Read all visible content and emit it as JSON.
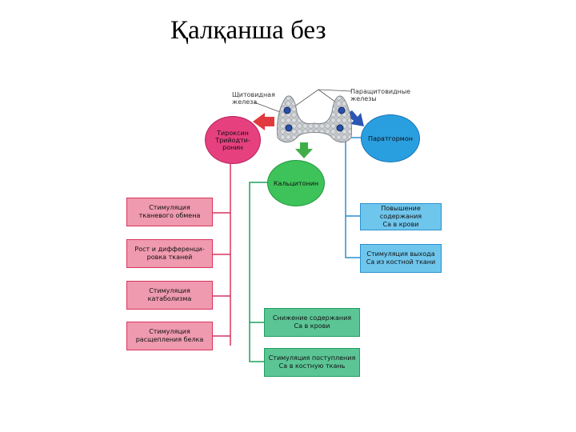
{
  "title": "Қалқанша без",
  "gland_labels": {
    "thyroid": [
      "Щитовидная",
      "железа"
    ],
    "parathyroid": [
      "Паращитовидные",
      "железы"
    ]
  },
  "hormones": {
    "thyroxine": [
      "Тироксин",
      "Трийодти-",
      "ронин"
    ],
    "calcitonin": "Кальцитонин",
    "parathormone": "Паратгормон"
  },
  "pink_effects": [
    [
      "Стимуляция",
      "тканевого обмена"
    ],
    [
      "Рост и дифференци-",
      "ровка тканей"
    ],
    [
      "Стимуляция",
      "катаболизма"
    ],
    [
      "Стимуляция",
      "расщепления белка"
    ]
  ],
  "blue_effects": [
    [
      "Повышение содержания",
      "Са в крови"
    ],
    [
      "Стимуляция выхода",
      "Са из костной ткани"
    ]
  ],
  "green_effects": [
    [
      "Снижение содержания",
      "Са в крови"
    ],
    [
      "Стимуляция поступления",
      "Са в костную ткань"
    ]
  ],
  "colors": {
    "pink": "#ef9aae",
    "pink_line": "#d9345e",
    "blue": "#6fc6ec",
    "blue_line": "#2b8fd0",
    "green": "#5bc596",
    "green_line": "#1f9f5f",
    "gland": "#bfc4c8"
  }
}
